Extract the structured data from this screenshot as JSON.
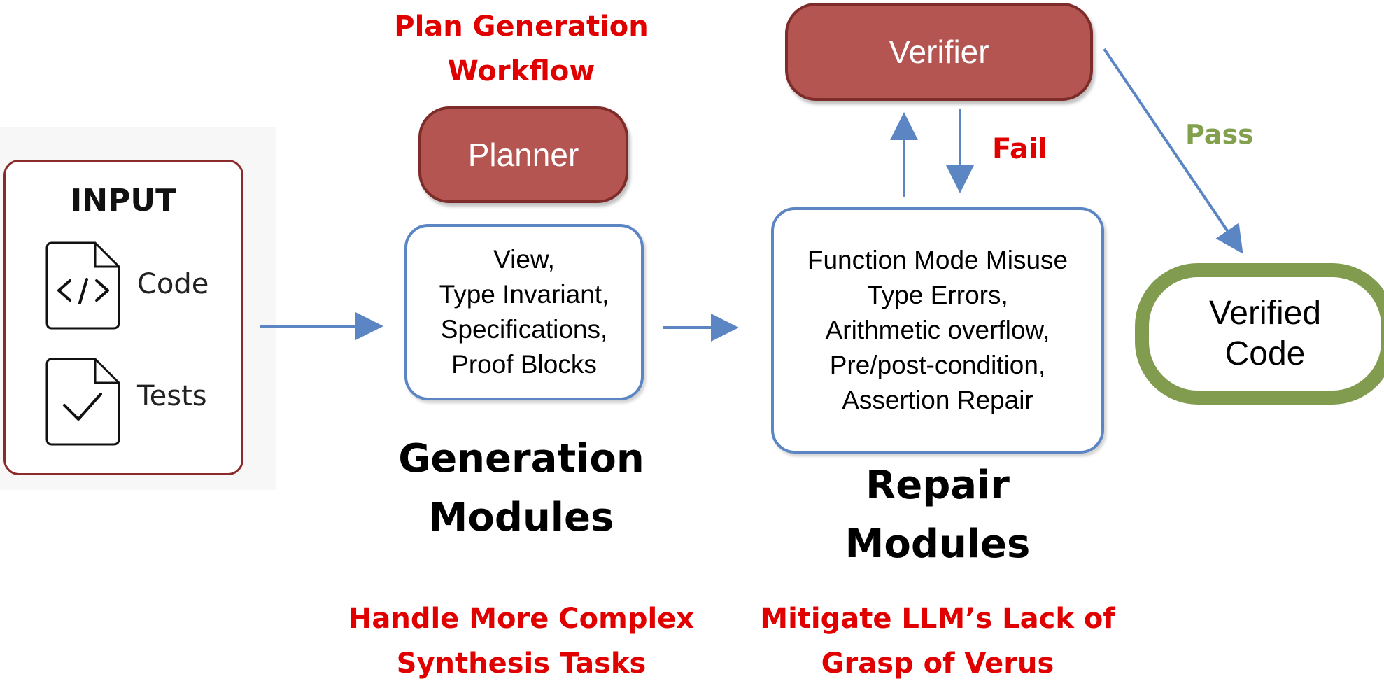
{
  "input": {
    "title": "INPUT",
    "items": [
      {
        "label": "Code",
        "icon": "code-document-icon"
      },
      {
        "label": "Tests",
        "icon": "checkmark-document-icon"
      }
    ]
  },
  "planner": {
    "workflow_caption": [
      "Plan Generation",
      "Workflow"
    ],
    "label": "Planner"
  },
  "generation": {
    "items": [
      "View,",
      "Type Invariant,",
      "Specifications,",
      "Proof Blocks"
    ],
    "heading": [
      "Generation",
      "Modules"
    ],
    "caption": [
      "Handle More Complex",
      "Synthesis Tasks"
    ]
  },
  "verifier": {
    "label": "Verifier",
    "fail_label": "Fail",
    "pass_label": "Pass"
  },
  "repair": {
    "items": [
      "Function Mode Misuse",
      "Type Errors,",
      "Arithmetic overflow,",
      "Pre/post-condition,",
      "Assertion Repair"
    ],
    "heading": [
      "Repair",
      "Modules"
    ],
    "caption": [
      "Mitigate LLM’s Lack of",
      "Grasp of Verus"
    ]
  },
  "output": {
    "lines": [
      "Verified",
      "Code"
    ]
  },
  "colors": {
    "arrow": "#5b86c3",
    "red_box": "#b45551",
    "red_text": "#e00000",
    "green": "#829c4f"
  }
}
